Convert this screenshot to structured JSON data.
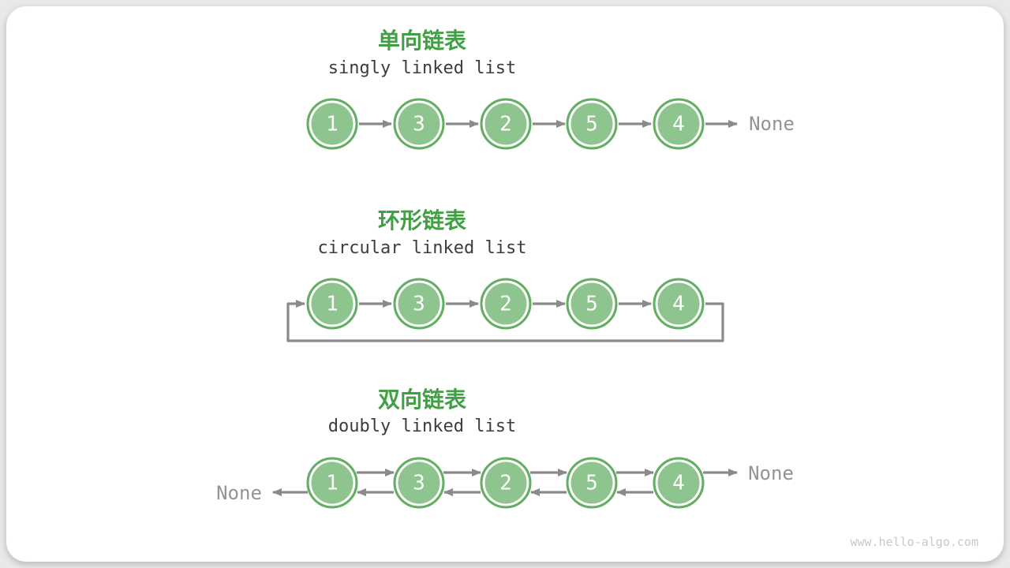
{
  "watermark": "www.hello-algo.com",
  "colors": {
    "page_bg": "#E9E9E9",
    "card_bg": "#FFFFFF",
    "title_green": "#42A044",
    "node_fill": "#8EC58E",
    "node_stroke": "#63AE63",
    "node_text": "#FFFFFF",
    "arrow_gray": "#8A8A8A",
    "none_gray": "#949494",
    "subtitle_dark": "#3C3C3C",
    "watermark_gray": "#C8C8C8"
  },
  "sections": {
    "singly": {
      "title": "单向链表",
      "subtitle": "singly linked list",
      "nodes": [
        "1",
        "3",
        "2",
        "5",
        "4"
      ],
      "tail": "None"
    },
    "circular": {
      "title": "环形链表",
      "subtitle": "circular linked list",
      "nodes": [
        "1",
        "3",
        "2",
        "5",
        "4"
      ]
    },
    "doubly": {
      "title": "双向链表",
      "subtitle": "doubly linked list",
      "nodes": [
        "1",
        "3",
        "2",
        "5",
        "4"
      ],
      "head": "None",
      "tail": "None"
    }
  }
}
